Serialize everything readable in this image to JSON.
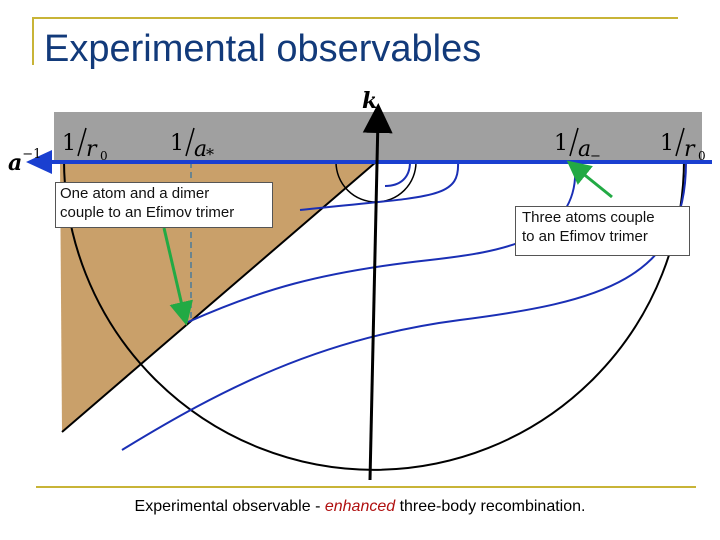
{
  "slide": {
    "title": "Experimental observables",
    "caption_before": "Experimental observable - ",
    "caption_emphasis": "enhanced",
    "caption_after": " three-body recombination."
  },
  "diagram": {
    "vertical_axis_label": "k",
    "horizontal_axis_label_base": "a",
    "horizontal_axis_label_exp": "−1",
    "tick_labels": [
      {
        "num": "1",
        "den": "r",
        "sub": "0"
      },
      {
        "num": "1",
        "den": "a",
        "sub": "*"
      },
      {
        "num": "1",
        "den": "a",
        "sub": "−"
      },
      {
        "num": "1",
        "den": "r",
        "sub": "0"
      }
    ],
    "callout_left": {
      "line1": "One atom and a dimer",
      "line2": "couple to an Efimov trimer"
    },
    "callout_right": {
      "line1": "Three atoms couple",
      "line2": "to an Efimov trimer"
    },
    "colors": {
      "title": "#123a7a",
      "accent_gold": "#c8b437",
      "shaded_band": "#a0a0a0",
      "dimer_region": "#c9a06a",
      "trimer_curves": "#1a2fb5",
      "axis_blue": "#1a3fd0",
      "arrow_green": "#22aa44",
      "emphasis": "#b01010"
    }
  }
}
